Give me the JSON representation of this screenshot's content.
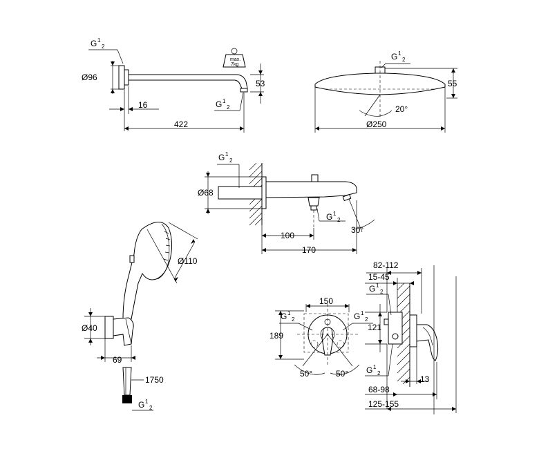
{
  "shower_arm": {
    "thread": "G",
    "thread_frac_num": "1",
    "thread_frac_den": "2",
    "flange_dia": "Ø96",
    "offset": "16",
    "length": "422",
    "drop": "53",
    "weight_line1": "max.",
    "weight_line2": "7kg"
  },
  "head_shower": {
    "thread": "G",
    "thread_frac_num": "1",
    "thread_frac_den": "2",
    "height": "55",
    "angle": "20°",
    "diameter": "Ø250"
  },
  "bath_spout": {
    "thread": "G",
    "thread_frac_num": "1",
    "thread_frac_den": "2",
    "rosette_dia": "Ø68",
    "distance1": "100",
    "distance2": "170",
    "angle": "30°"
  },
  "hand_shower": {
    "diameter": "Ø110",
    "holder_dia": "Ø40",
    "holder_depth": "69",
    "hose_length": "1750",
    "thread": "G",
    "thread_frac_num": "1",
    "thread_frac_den": "2"
  },
  "mixer": {
    "width": "150",
    "height": "189",
    "left_thread": "G",
    "right_thread": "G",
    "bottom_thread": "G",
    "frac_num": "1",
    "frac_den": "2",
    "angle_left": "50°",
    "angle_right": "50°",
    "side_depth1": "82-112",
    "side_depth2": "15-45",
    "side_height": "121",
    "side_offset": "13",
    "side_range1": "68-98",
    "side_range2": "125-155"
  }
}
